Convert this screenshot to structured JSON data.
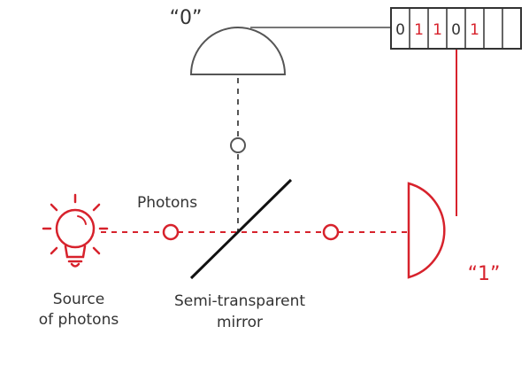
{
  "colors": {
    "accent": "#d7222c",
    "ink": "#333333",
    "gray": "#777777",
    "outline": "#555555"
  },
  "detector_top": {
    "label": "“0”"
  },
  "detector_right": {
    "label": "“1”"
  },
  "register": {
    "bits": [
      {
        "value": "0",
        "color": "#333333"
      },
      {
        "value": "1",
        "color": "#d7222c"
      },
      {
        "value": "1",
        "color": "#d7222c"
      },
      {
        "value": "0",
        "color": "#333333"
      },
      {
        "value": "1",
        "color": "#d7222c"
      },
      {
        "value": "",
        "color": "#333333"
      },
      {
        "value": "",
        "color": "#333333"
      }
    ]
  },
  "labels": {
    "photons": "Photons",
    "source_line1": "Source",
    "source_line2": "of photons",
    "mirror_line1": "Semi-transparent",
    "mirror_line2": "mirror"
  },
  "icons": {
    "source": "light-bulb-icon",
    "photon": "photon-circle"
  }
}
